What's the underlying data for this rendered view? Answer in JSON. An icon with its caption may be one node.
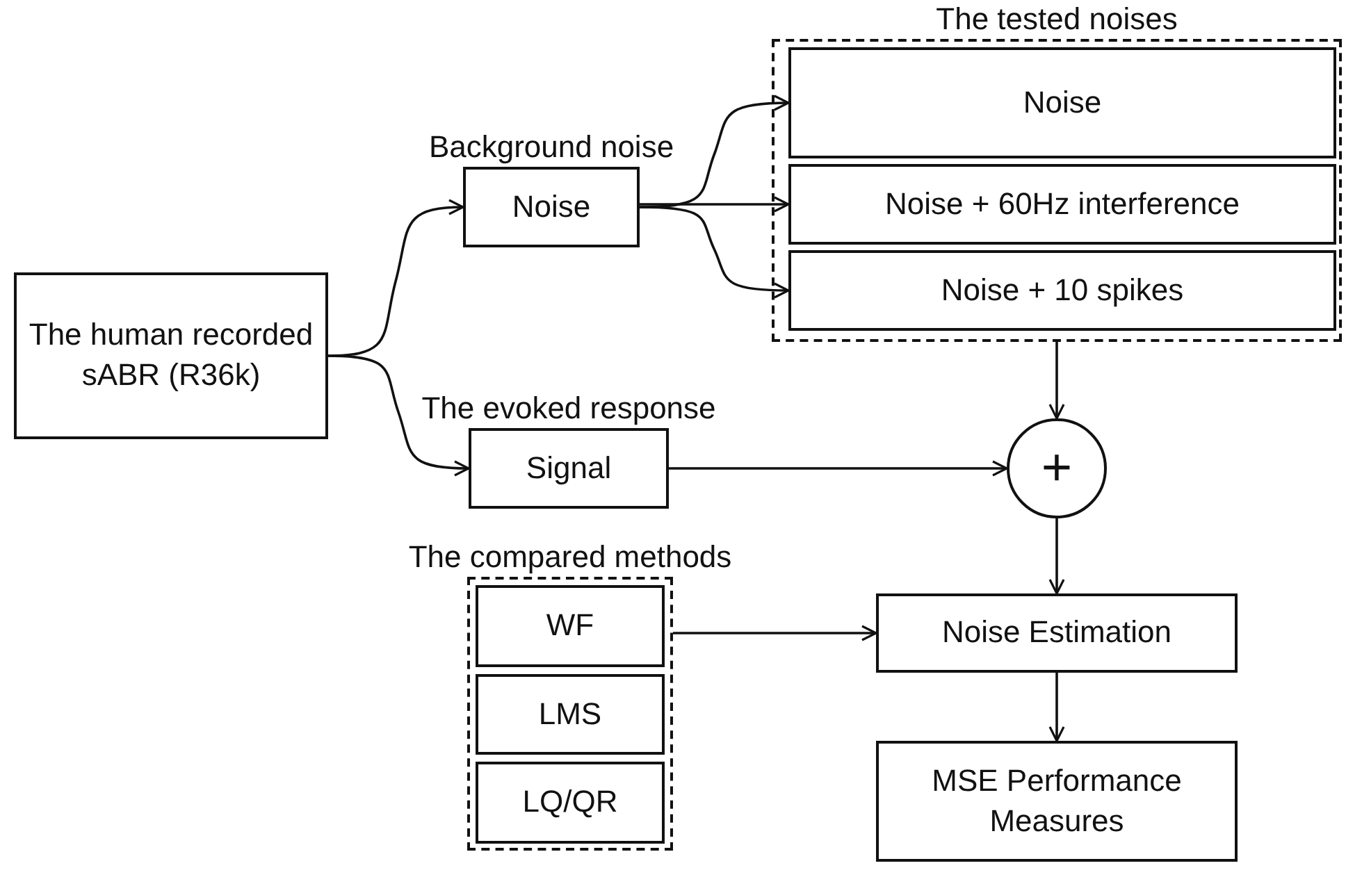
{
  "diagram": {
    "nodes": [
      {
        "text": [
          "The human recorded sABR (R36k)"
        ]
      },
      {
        "text": [
          "Background noise",
          "Noise"
        ]
      },
      {
        "text": [
          "The evoked response",
          "Signal"
        ]
      },
      {
        "text": [
          "The tested noises"
        ]
      },
      {
        "text": [
          "Noise"
        ],
        "in": 3
      },
      {
        "text": [
          "Noise + 60Hz interference"
        ],
        "in": 3
      },
      {
        "text": [
          "Noise + 10 spikes"
        ],
        "in": 3
      },
      {
        "text": [
          "+"
        ]
      },
      {
        "text": [
          "The compared methods"
        ]
      },
      {
        "text": [
          "WF"
        ],
        "in": 8
      },
      {
        "text": [
          "LMS"
        ],
        "in": 8
      },
      {
        "text": [
          "LQ/QR"
        ],
        "in": 8
      },
      {
        "text": [
          "Noise Estimation"
        ]
      },
      {
        "text": [
          "MSE Performance Measures"
        ]
      }
    ],
    "edges": [
      {
        "from": 0,
        "to": 1,
        "arrow": "to"
      },
      {
        "from": 0,
        "to": 2,
        "arrow": "to"
      },
      {
        "from": 1,
        "to": 4,
        "arrow": "to"
      },
      {
        "from": 1,
        "to": 5,
        "arrow": "to"
      },
      {
        "from": 1,
        "to": 6,
        "arrow": "to"
      },
      {
        "from": 3,
        "to": 7,
        "arrow": "to"
      },
      {
        "from": 2,
        "to": 7,
        "arrow": "to"
      },
      {
        "from": 7,
        "to": 12,
        "arrow": "to"
      },
      {
        "from": 8,
        "to": 12,
        "arrow": "to"
      },
      {
        "from": 12,
        "to": 13,
        "arrow": "to"
      }
    ]
  }
}
